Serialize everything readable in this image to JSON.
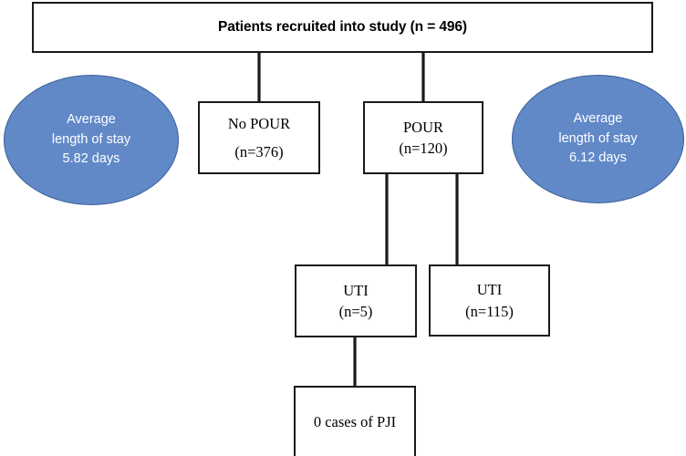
{
  "figure": {
    "type": "flowchart",
    "title": "Patient recruitment and POUR outcome flow diagram",
    "colors": {
      "ellipse_fill": "#6189c8",
      "ellipse_border": "#3c5f97",
      "ellipse_text": "#ffffff",
      "box_fill": "#ffffff",
      "box_border": "#1a1a1a",
      "box_text": "#000000",
      "connector": "#1a1a1a",
      "background": "#ffffff"
    }
  },
  "nodes": {
    "recruited": {
      "line1": "Patients recruited into study (n = 496)",
      "count": 496
    },
    "no_pour": {
      "line1": "No POUR",
      "line2": "(n=376)",
      "count": 376
    },
    "pour": {
      "line1": "POUR",
      "line2": "(n=120)",
      "count": 120
    },
    "uti_no_pour": {
      "line1": "UTI",
      "line2": "(n=5)",
      "count": 5
    },
    "uti_pour": {
      "line1": "UTI",
      "line2": "(n=115)",
      "count": 115
    },
    "pji": {
      "line1": "0 cases of PJI",
      "count": 0
    }
  },
  "callouts": {
    "left": {
      "line1": "Average",
      "line2": "length of stay",
      "line3": "5.82 days",
      "value": 5.82,
      "unit": "days"
    },
    "right": {
      "line1": "Average",
      "line2": "length of stay",
      "line3": "6.12 days",
      "value": 6.12,
      "unit": "days"
    }
  },
  "edges": [
    {
      "from": "recruited",
      "to": "no_pour"
    },
    {
      "from": "recruited",
      "to": "pour"
    },
    {
      "from": "pour",
      "to": "uti_no_pour"
    },
    {
      "from": "pour",
      "to": "uti_pour"
    },
    {
      "from": "uti_no_pour",
      "to": "pji"
    }
  ]
}
